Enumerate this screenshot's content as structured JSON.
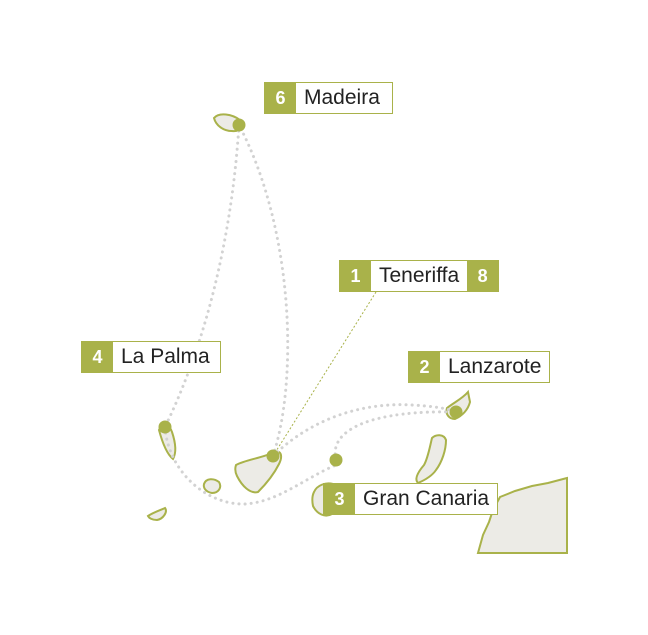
{
  "colors": {
    "accent": "#a9b24a",
    "island_fill": "#ecebe6",
    "route": "#d2d2d2"
  },
  "stops": [
    {
      "id": "madeira",
      "numbers": [
        "6"
      ],
      "name": "Madeira"
    },
    {
      "id": "teneriffa",
      "numbers": [
        "1",
        "8"
      ],
      "name": "Teneriffa"
    },
    {
      "id": "la-palma",
      "numbers": [
        "4"
      ],
      "name": "La Palma"
    },
    {
      "id": "lanzarote",
      "numbers": [
        "2"
      ],
      "name": "Lanzarote"
    },
    {
      "id": "gran-canaria",
      "numbers": [
        "3"
      ],
      "name": "Gran Canaria"
    }
  ]
}
